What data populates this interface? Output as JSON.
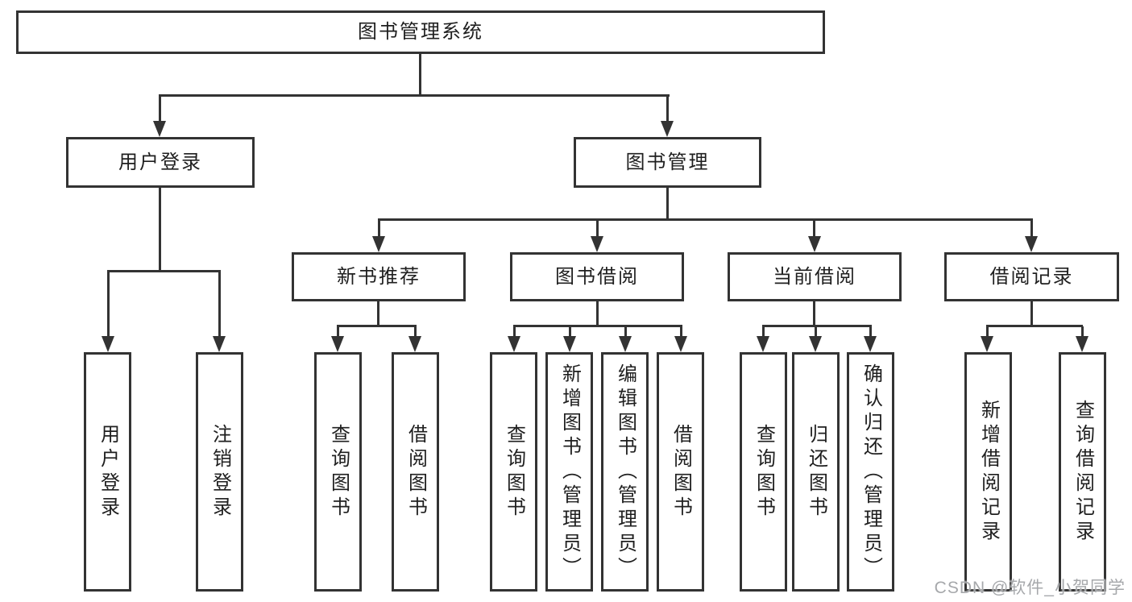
{
  "diagram": {
    "root": {
      "label": "图书管理系统"
    },
    "branches": [
      {
        "label": "用户登录"
      },
      {
        "label": "图书管理"
      }
    ],
    "modules": [
      {
        "label": "新书推荐"
      },
      {
        "label": "图书借阅"
      },
      {
        "label": "当前借阅"
      },
      {
        "label": "借阅记录"
      }
    ],
    "functions": [
      {
        "label": "用户登录"
      },
      {
        "label": "注销登录"
      },
      {
        "label": "查询图书"
      },
      {
        "label": "借阅图书"
      },
      {
        "label": "查询图书"
      },
      {
        "label": "新增图书（管理员）"
      },
      {
        "label": "编辑图书（管理员）"
      },
      {
        "label": "借阅图书"
      },
      {
        "label": "查询图书"
      },
      {
        "label": "归还图书"
      },
      {
        "label": "确认归还（管理员）"
      },
      {
        "label": "新增借阅记录"
      },
      {
        "label": "查询借阅记录"
      }
    ],
    "watermark": "CSDN @软件_小贺同学",
    "colors": {
      "line": "#333333",
      "text": "#1f1f1f",
      "watermark": "#a6a8ab",
      "background": "#ffffff"
    }
  }
}
